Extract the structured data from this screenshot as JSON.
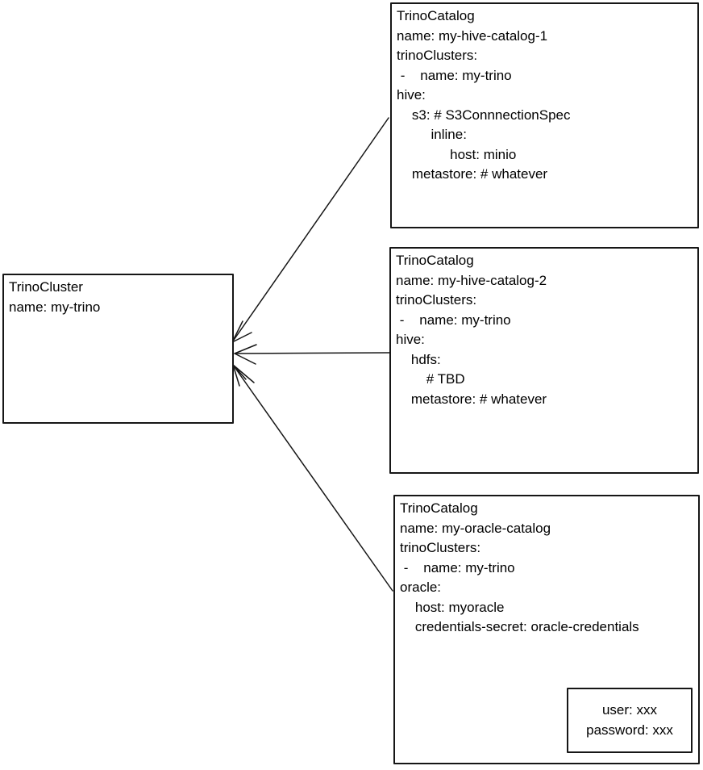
{
  "colors": {
    "background": "#ffffff",
    "stroke": "#161616",
    "text": "#000000"
  },
  "cluster_box": {
    "lines": [
      "TrinoCluster",
      "name: my-trino"
    ]
  },
  "catalog_boxes": [
    {
      "lines": [
        "TrinoCatalog",
        "name: my-hive-catalog-1",
        "trinoClusters:",
        " -    name: my-trino",
        "hive:",
        "    s3: # S3ConnnectionSpec",
        "         inline:",
        "              host: minio",
        "    metastore: # whatever"
      ]
    },
    {
      "lines": [
        "TrinoCatalog",
        "name: my-hive-catalog-2",
        "trinoClusters:",
        " -    name: my-trino",
        "hive:",
        "    hdfs:",
        "        # TBD",
        "    metastore: # whatever"
      ]
    },
    {
      "lines": [
        "TrinoCatalog",
        "name: my-oracle-catalog",
        "trinoClusters:",
        " -    name: my-trino",
        "oracle:",
        "    host: myoracle",
        "    credentials-secret: oracle-credentials"
      ]
    }
  ],
  "secret_box": {
    "lines": [
      "user: xxx",
      "password: xxx"
    ]
  }
}
